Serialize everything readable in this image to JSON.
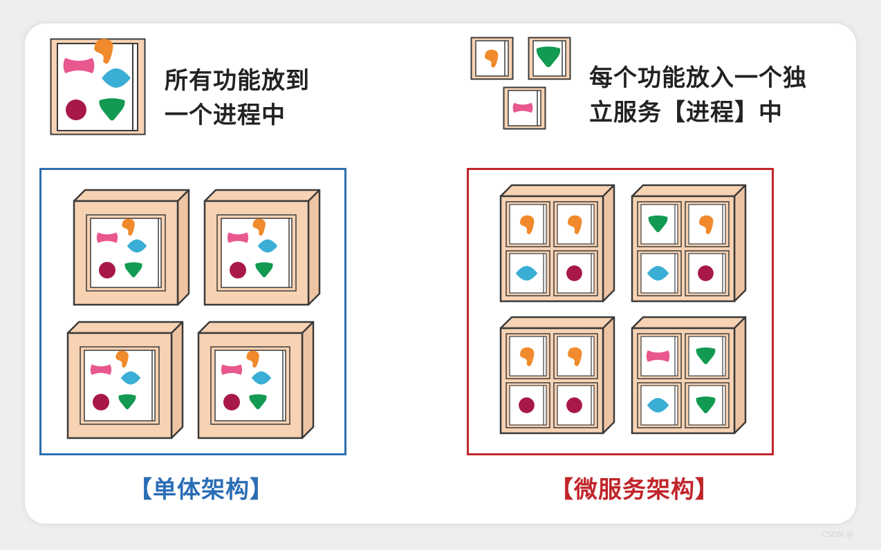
{
  "monolith": {
    "description_lines": [
      "所有功能放到",
      "一个进程中"
    ],
    "caption": "【单体架构】",
    "frame_color": "#2e6fb0",
    "caption_color": "#2a6db5"
  },
  "microservice": {
    "description_lines": [
      "每个功能放入一个独",
      "立服务【进程】中"
    ],
    "caption": "【微服务架构】",
    "frame_color": "#c0252a",
    "caption_color": "#c0252a"
  },
  "palette": {
    "box_fill": "#f7d2b3",
    "box_stroke": "#3a3a3a",
    "pink": "#e8578e",
    "orange": "#f08a2c",
    "blue": "#3aaed4",
    "crimson": "#a8184a",
    "green": "#139a52"
  },
  "watermark": "CSDN @"
}
